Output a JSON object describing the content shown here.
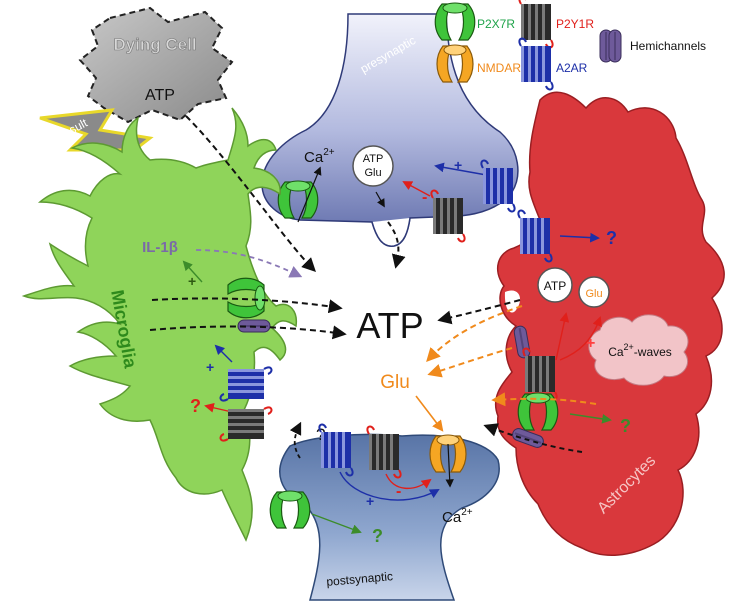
{
  "center_label": "ATP",
  "dying_cell": {
    "title": "Dying Cell",
    "content": "ATP"
  },
  "insult_label": "insult",
  "presynaptic": {
    "label": "presynaptic",
    "ca": "Ca",
    "ca_sup": "2+",
    "vesicle_line1": "ATP",
    "vesicle_line2": "Glu",
    "plus": "+",
    "minus": "-"
  },
  "postsynaptic": {
    "label": "postsynaptic",
    "ca": "Ca",
    "ca_sup": "2+",
    "plus": "+",
    "minus": "-",
    "q_top": "?",
    "q_bottom": "?"
  },
  "microglia": {
    "label": "Microglia",
    "il1b": "IL-1β",
    "plus_top": "+",
    "plus_mid": "+",
    "q": "?"
  },
  "astrocytes": {
    "label": "Astrocytes",
    "atp": "ATP",
    "glu": "Glu",
    "ca_waves": "Ca",
    "ca_waves_sup": "2+",
    "ca_waves_suffix": "-waves",
    "q_top": "?",
    "q_bottom": "?",
    "plus": "+"
  },
  "glu_label": "Glu",
  "legend": [
    {
      "label": "P2X7R",
      "color": "#1fa34a"
    },
    {
      "label": "P2Y1R",
      "color": "#e0201b"
    },
    {
      "label": "Hemichannels",
      "color": "#111111"
    },
    {
      "label": "NMDAR",
      "color": "#f08a1c"
    },
    {
      "label": "A2AR",
      "color": "#1d2fa8"
    }
  ],
  "colors": {
    "microglia": "#8fd45a",
    "astrocyte": "#d9383c",
    "presynaptic": "#8d97cc",
    "postsynaptic": "#6f8fc0",
    "dying_cell": "#a6a6a6",
    "p2x7r": "#33c23a",
    "p2y1r": "#e0201b",
    "a2ar": "#1d2fa8",
    "nmdar": "#f5a623",
    "hemichannel": "#6e5a9a"
  }
}
